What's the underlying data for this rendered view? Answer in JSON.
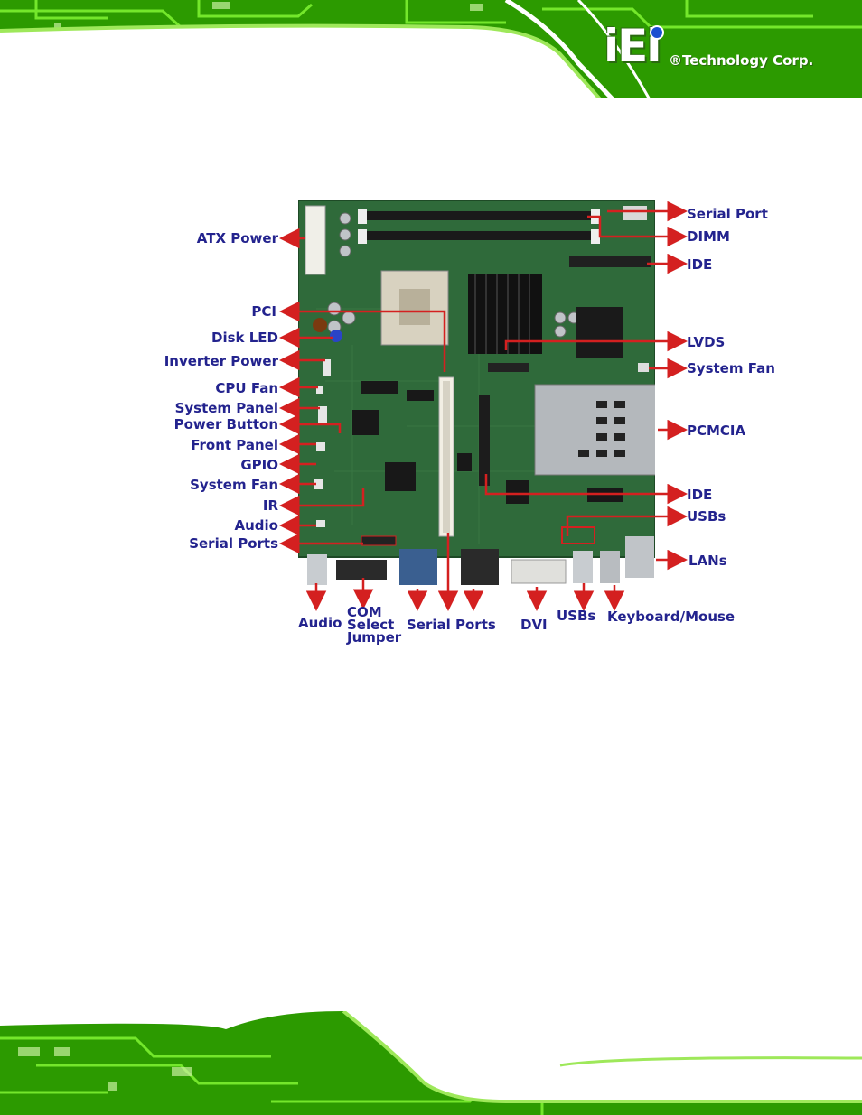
{
  "brand": {
    "logo_text": "iEi",
    "company": "®Technology Corp."
  },
  "colors": {
    "label": "#23238e",
    "arrow": "#d42020",
    "pcb": "#2f6a3a",
    "banner_green": "#39d000"
  },
  "labels_left": {
    "atx_power": "ATX Power",
    "pci": "PCI",
    "disk_led": "Disk LED",
    "inverter_power": "Inverter Power",
    "cpu_fan": "CPU Fan",
    "system_panel": "System Panel",
    "power_button": "Power Button",
    "front_panel": "Front Panel",
    "gpio": "GPIO",
    "system_fan": "System Fan",
    "ir": "IR",
    "audio": "Audio",
    "serial_ports": "Serial Ports"
  },
  "labels_right": {
    "serial_port": "Serial Port",
    "dimm": "DIMM",
    "ide_top": "IDE",
    "lvds": "LVDS",
    "system_fan": "System Fan",
    "pcmcia": "PCMCIA",
    "ide_mid": "IDE",
    "usbs": "USBs",
    "lans": "LANs"
  },
  "labels_bottom": {
    "audio": "Audio",
    "com_select_jumper_1": "COM",
    "com_select_jumper_2": "Select",
    "com_select_jumper_3": "Jumper",
    "serial_ports": "Serial Ports",
    "dvi": "DVI",
    "usbs": "USBs",
    "keyboard_mouse": "Keyboard/Mouse"
  }
}
